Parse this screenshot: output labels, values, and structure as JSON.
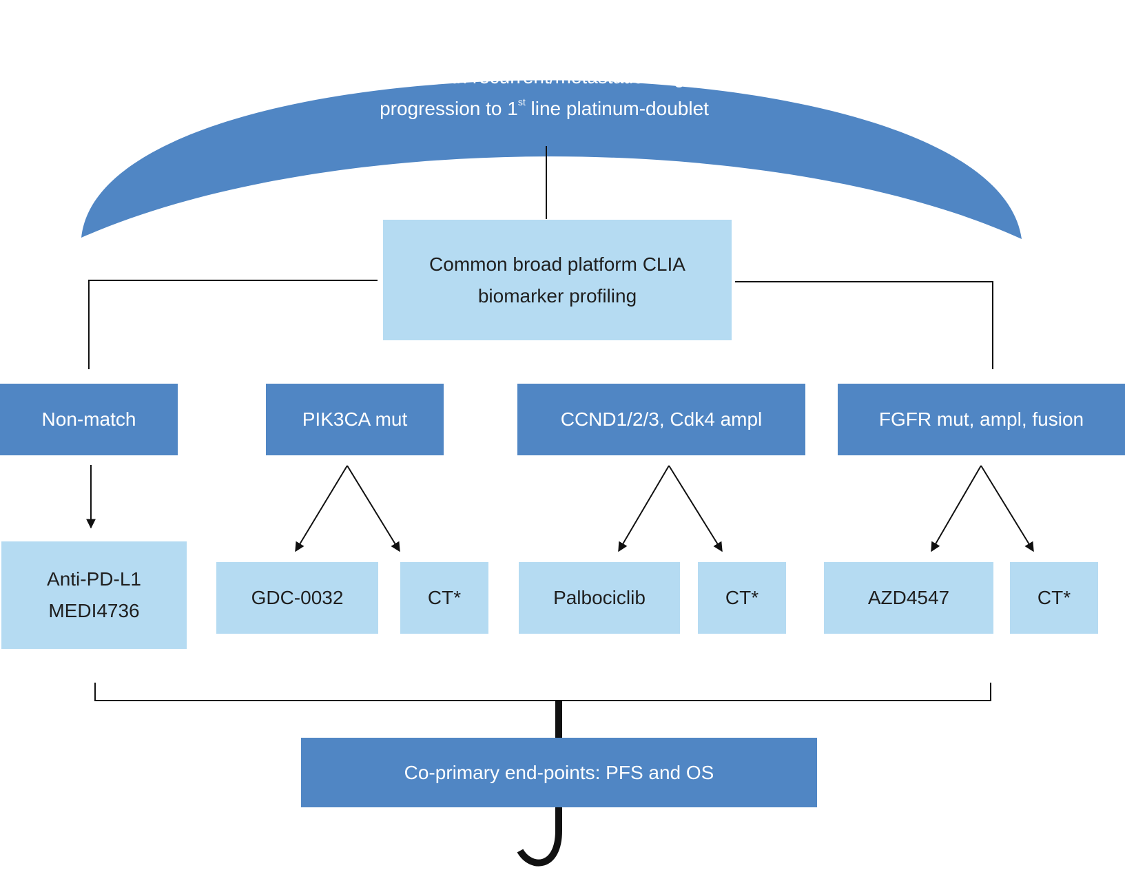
{
  "colors": {
    "dark_blue": "#5086C4",
    "light_blue": "#B5DBF2",
    "text_light": "#ffffff",
    "text_dark": "#1f1f1f",
    "line": "#111111"
  },
  "header": {
    "line1": "Patients with recurrent/metastatic lung SCC",
    "line2_pre": "progression to 1",
    "line2_sup": "st",
    "line2_post": " line platinum-doublet"
  },
  "platform": {
    "line1": "Common broad platform CLIA",
    "line2": "biomarker profiling"
  },
  "arms": [
    {
      "label": "Non-match",
      "treatments": [
        {
          "line1": "Anti-PD-L1",
          "line2": "MEDI4736"
        }
      ]
    },
    {
      "label": "PIK3CA mut",
      "treatments": [
        {
          "line1": "GDC-0032"
        },
        {
          "line1": "CT*"
        }
      ]
    },
    {
      "label": "CCND1/2/3, Cdk4 ampl",
      "treatments": [
        {
          "line1": "Palbociclib"
        },
        {
          "line1": "CT*"
        }
      ]
    },
    {
      "label": "FGFR mut, ampl, fusion",
      "treatments": [
        {
          "line1": "AZD4547"
        },
        {
          "line1": "CT*"
        }
      ]
    }
  ],
  "endpoint": {
    "label": "Co-primary end-points: PFS and OS"
  }
}
